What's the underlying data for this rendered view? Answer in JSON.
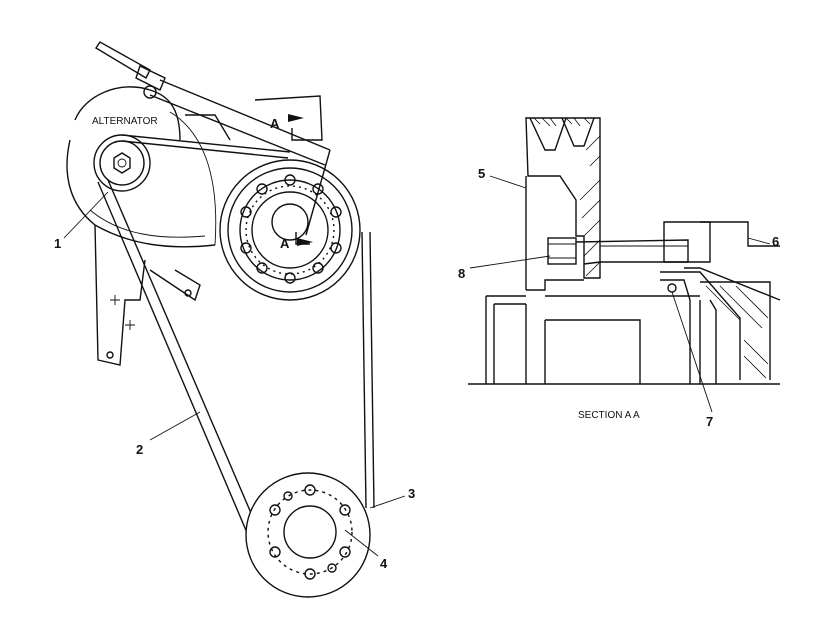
{
  "diagram": {
    "alternator_label": "ALTERNATOR",
    "section_marker": "A",
    "section_caption": "SECTION  A A",
    "callouts": {
      "c1": "1",
      "c2": "2",
      "c3": "3",
      "c4": "4",
      "c5": "5",
      "c6": "6",
      "c7": "7",
      "c8": "8"
    }
  }
}
